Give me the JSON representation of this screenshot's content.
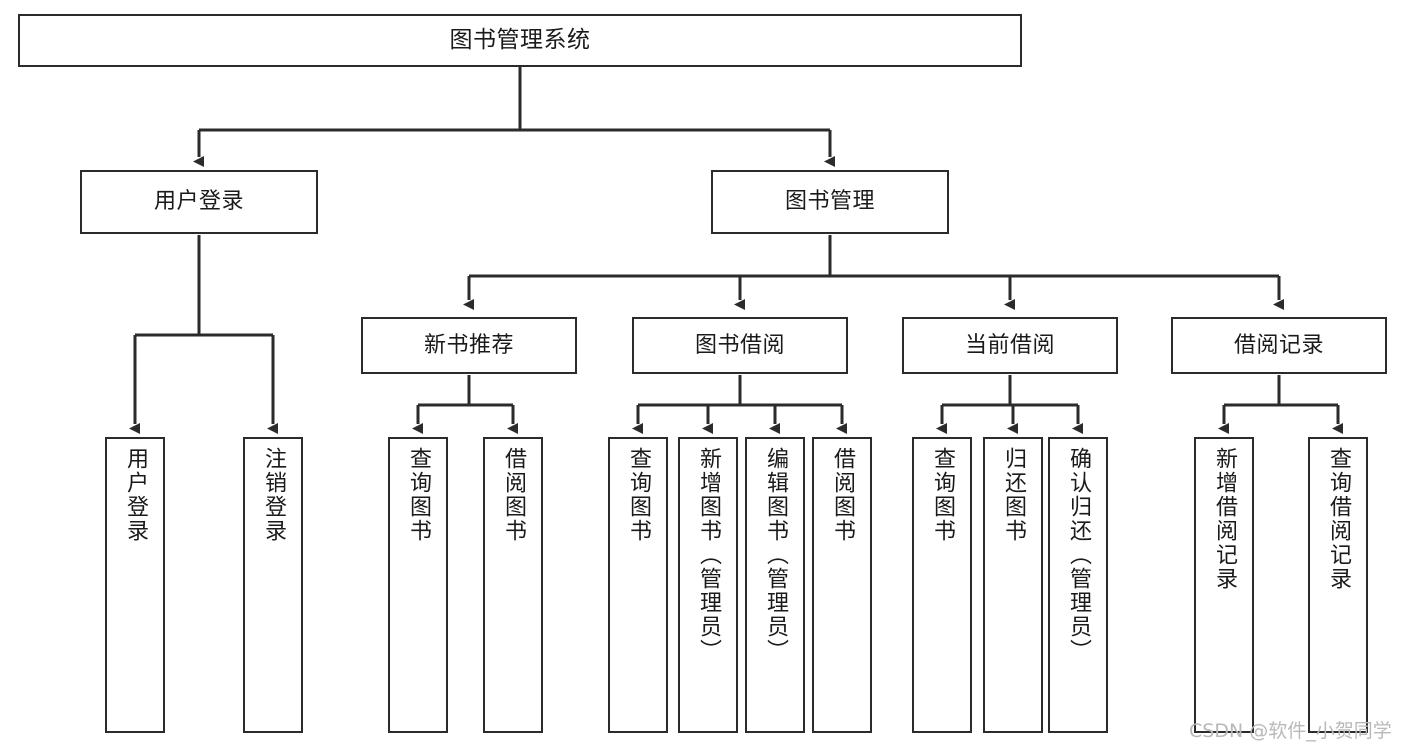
{
  "diagram": {
    "title": "图书管理系统",
    "type": "tree",
    "colors": {
      "stroke": "#2b2b2b",
      "fill": "#ffffff",
      "text": "#1a1a1a",
      "watermark": "#b9b9b9"
    },
    "nodes": {
      "root": {
        "label": "图书管理系统"
      },
      "level2": [
        {
          "label": "用户登录"
        },
        {
          "label": "图书管理"
        }
      ],
      "level3": [
        {
          "label": "新书推荐"
        },
        {
          "label": "图书借阅"
        },
        {
          "label": "当前借阅"
        },
        {
          "label": "借阅记录"
        }
      ],
      "leaves": [
        {
          "label": "用户登录",
          "parent": "用户登录"
        },
        {
          "label": "注销登录",
          "parent": "用户登录"
        },
        {
          "label": "查询图书",
          "parent": "新书推荐"
        },
        {
          "label": "借阅图书",
          "parent": "新书推荐"
        },
        {
          "label": "查询图书",
          "parent": "图书借阅"
        },
        {
          "label": "新增图书（管理员）",
          "parent": "图书借阅"
        },
        {
          "label": "编辑图书（管理员）",
          "parent": "图书借阅"
        },
        {
          "label": "借阅图书",
          "parent": "图书借阅"
        },
        {
          "label": "查询图书",
          "parent": "当前借阅"
        },
        {
          "label": "归还图书",
          "parent": "当前借阅"
        },
        {
          "label": "确认归还（管理员）",
          "parent": "当前借阅"
        },
        {
          "label": "新增借阅记录",
          "parent": "借阅记录"
        },
        {
          "label": "查询借阅记录",
          "parent": "借阅记录"
        }
      ]
    }
  },
  "watermark": {
    "text": "CSDN @软件_小贺同学"
  }
}
